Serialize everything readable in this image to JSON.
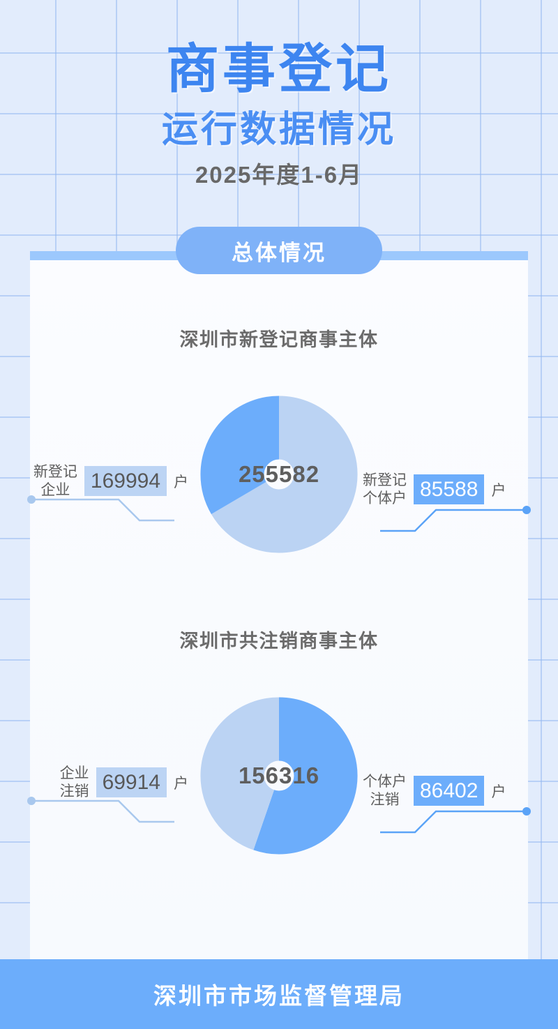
{
  "header": {
    "title_main": "商事登记",
    "title_sub": "运行数据情况",
    "period": "2025年度1-6月"
  },
  "section": {
    "badge_label": "总体情况"
  },
  "colors": {
    "page_background": "#e2ecfc",
    "grid_line": "#96b9f0",
    "title_blue": "#3d85f0",
    "accent_blue": "#6cadfb",
    "light_blue": "#bbd3f3",
    "badge_blue": "#7fb2f8",
    "card_background": "#fbfcff",
    "text_gray": "#5e5e5e",
    "footer_blue": "#6cadfb"
  },
  "footer": {
    "text": "深圳市市场监督管理局"
  },
  "chart_data": [
    {
      "type": "pie",
      "title": "深圳市新登记商事主体",
      "center_total": "255582",
      "total": 255582,
      "unit": "户",
      "categories": [
        "新登记企业",
        "新登记个体户"
      ],
      "values": [
        169994,
        85588
      ],
      "labels": [
        "169994",
        "85588"
      ],
      "legend_position": "callouts",
      "series": [
        {
          "name": "新登记企业",
          "value": 169994,
          "value_label": "169994",
          "unit": "户",
          "color": "#bbd3f3",
          "side": "left",
          "highlight": "light"
        },
        {
          "name": "新登记个体户",
          "value": 85588,
          "value_label": "85588",
          "unit": "户",
          "color": "#6cadfb",
          "side": "right",
          "highlight": "solid"
        }
      ]
    },
    {
      "type": "pie",
      "title": "深圳市共注销商事主体",
      "center_total": "156316",
      "total": 156316,
      "unit": "户",
      "categories": [
        "企业注销",
        "个体户注销"
      ],
      "values": [
        69914,
        86402
      ],
      "labels": [
        "69914",
        "86402"
      ],
      "legend_position": "callouts",
      "series": [
        {
          "name": "企业注销",
          "value": 69914,
          "value_label": "69914",
          "unit": "户",
          "color": "#bbd3f3",
          "side": "left",
          "highlight": "light"
        },
        {
          "name": "个体户注销",
          "value": 86402,
          "value_label": "86402",
          "unit": "户",
          "color": "#6cadfb",
          "side": "right",
          "highlight": "solid"
        }
      ]
    }
  ]
}
